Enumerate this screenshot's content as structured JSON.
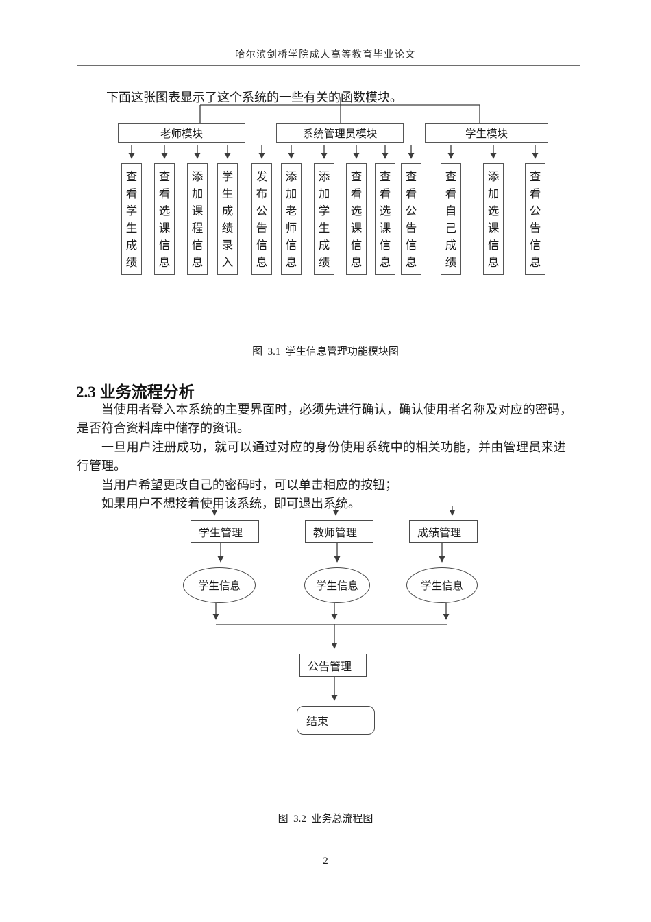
{
  "page": {
    "header": "哈尔滨剑桥学院成人高等教育毕业论文",
    "page_number": "2"
  },
  "intro": "下面这张图表显示了这个系统的一些有关的函数模块。",
  "figure1": {
    "caption": "图  3.1  学生信息管理功能模块图",
    "modules": [
      {
        "title": "老师模块",
        "children": [
          "查看学生成绩",
          "查看选课信息",
          "添加课程信息",
          "学生成绩录入"
        ]
      },
      {
        "title": "系统管理员模块",
        "children": [
          "发布公告信息",
          "添加老师信息",
          "添加学生成绩",
          "查看选课信息",
          "查看选课信息",
          "查看公告信息"
        ]
      },
      {
        "title": "学生模块",
        "children": [
          "查看自己成绩",
          "添加选课信息",
          "查看公告信息"
        ]
      }
    ]
  },
  "section": {
    "number": "2.3",
    "title": "业务流程分析"
  },
  "paragraphs": [
    "当使用者登入本系统的主要界面时，必须先进行确认，确认使用者名称及对应的密码，　是否符合资料库中储存的资讯。",
    "一旦用户注册成功，就可以通过对应的身份使用系统中的相关功能，并由管理员来进行管理。",
    "当用户希望更改自己的密码时，可以单击相应的按钮；",
    "如果用户不想接着使用该系统，即可退出系统。"
  ],
  "figure2": {
    "caption": "图  3.2  业务总流程图",
    "top_boxes": [
      "学生管理",
      "教师管理",
      "成绩管理"
    ],
    "ellipses": [
      "学生信息",
      "学生信息",
      "学生信息"
    ],
    "announce_box": "公告管理",
    "end_box": "结束"
  }
}
